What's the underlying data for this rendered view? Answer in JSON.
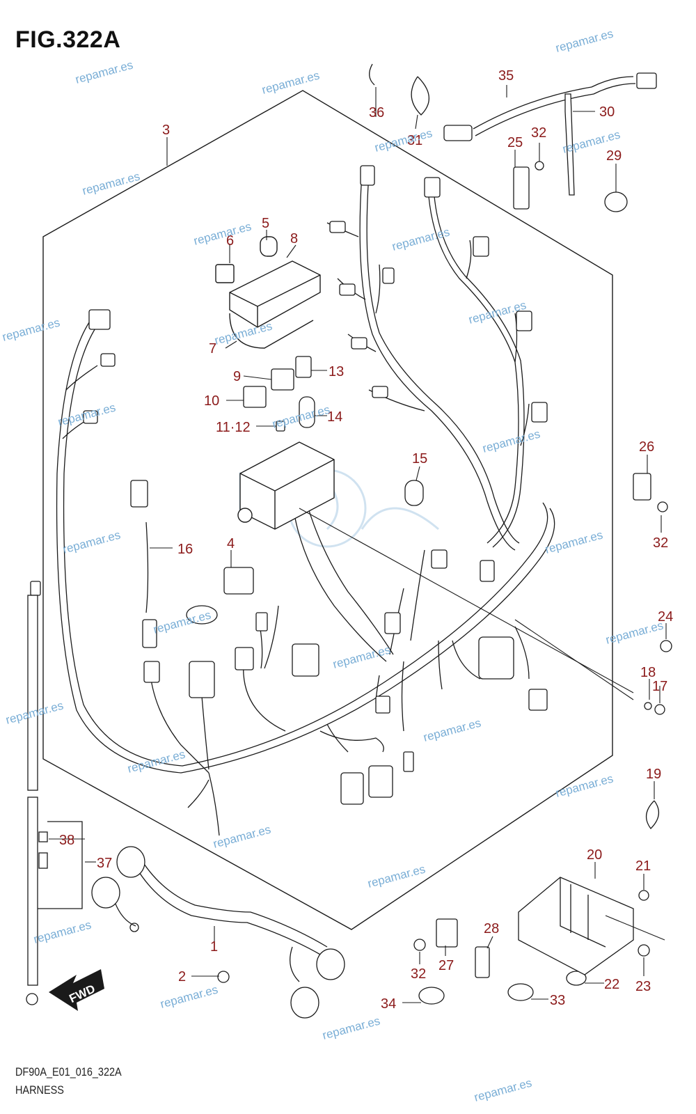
{
  "figure": {
    "title": "FIG.322A",
    "code": "DF90A_E01_016_322A",
    "name": "HARNESS",
    "fwd_label": "FWD"
  },
  "callouts": [
    "1",
    "2",
    "3",
    "4",
    "5",
    "6",
    "7",
    "8",
    "9",
    "10",
    "11·12",
    "13",
    "14",
    "15",
    "16",
    "17",
    "18",
    "19",
    "20",
    "21",
    "22",
    "23",
    "24",
    "25",
    "26",
    "27",
    "28",
    "29",
    "30",
    "31",
    "32",
    "33",
    "34",
    "35",
    "36",
    "37",
    "38"
  ],
  "watermark": {
    "text": "repamar.es",
    "color": "#7aaed6"
  },
  "colors": {
    "callout": "#8b1a1a",
    "line": "#1a1a1a"
  }
}
